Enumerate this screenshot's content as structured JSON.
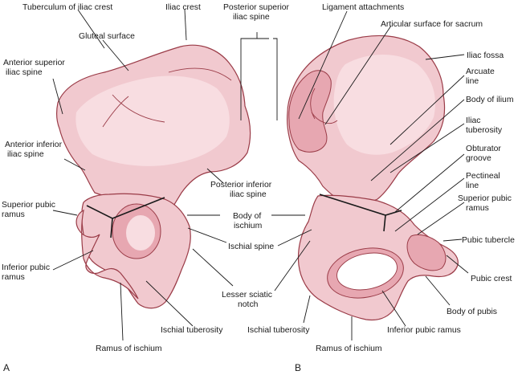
{
  "panels": {
    "a": "A",
    "b": "B"
  },
  "left_labels": {
    "tuberculum_iliac_crest": "Tuberculum of iliac crest",
    "iliac_crest": "Iliac crest",
    "gluteal_surface": "Gluteal surface",
    "asis_1": "Anterior superior",
    "asis_2": "iliac spine",
    "aiis_1": "Anterior inferior",
    "aiis_2": "iliac spine",
    "sup_pubic_1": "Superior pubic",
    "sup_pubic_2": "ramus",
    "inf_pubic_1": "Inferior pubic",
    "inf_pubic_2": "ramus",
    "ramus_ischium": "Ramus of ischium",
    "ischial_tuberosity": "Ischial tuberosity"
  },
  "center_labels": {
    "psis_1": "Posterior superior",
    "psis_2": "iliac spine",
    "piis_1": "Posterior inferior",
    "piis_2": "iliac spine",
    "body_ischium_1": "Body of",
    "body_ischium_2": "ischium",
    "ischial_spine": "Ischial spine",
    "lesser_sciatic_1": "Lesser sciatic",
    "lesser_sciatic_2": "notch",
    "ischial_tuberosity": "Ischial tuberosity"
  },
  "right_labels": {
    "ligament_attachments": "Ligament attachments",
    "articular_surface": "Articular surface for sacrum",
    "iliac_fossa": "Iliac fossa",
    "arcuate_1": "Arcuate",
    "arcuate_2": "line",
    "body_ilium": "Body of ilium",
    "iliac_tub_1": "Iliac",
    "iliac_tub_2": "tuberosity",
    "obturator_1": "Obturator",
    "obturator_2": "groove",
    "pectineal_1": "Pectineal",
    "pectineal_2": "line",
    "sup_pubic_1": "Superior pubic",
    "sup_pubic_2": "ramus",
    "pubic_tubercle": "Pubic tubercle",
    "pubic_crest": "Pubic crest",
    "body_pubis": "Body of pubis",
    "inf_pubic": "Inferior pubic ramus",
    "ramus_ischium": "Ramus of ischium"
  }
}
